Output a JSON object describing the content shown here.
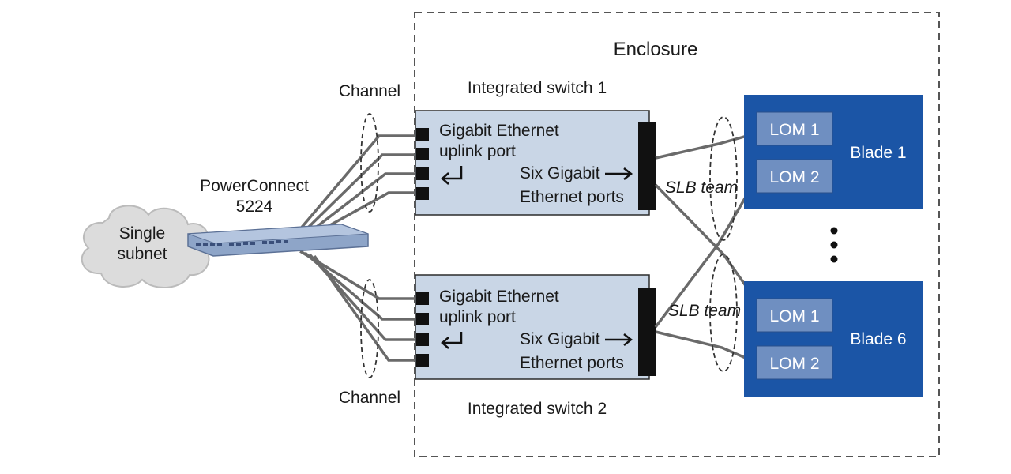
{
  "enclosure": {
    "label": "Enclosure"
  },
  "cloud": {
    "line1": "Single",
    "line2": "subnet"
  },
  "powerconnect": {
    "line1": "PowerConnect",
    "line2": "5224"
  },
  "channels": {
    "top_label": "Channel",
    "bottom_label": "Channel"
  },
  "switch1": {
    "title": "Integrated switch 1",
    "uplink_line1": "Gigabit Ethernet",
    "uplink_line2": "uplink port",
    "ports_line1": "Six Gigabit",
    "ports_line2": "Ethernet ports"
  },
  "switch2": {
    "title": "Integrated switch 2",
    "uplink_line1": "Gigabit Ethernet",
    "uplink_line2": "uplink port",
    "ports_line1": "Six Gigabit",
    "ports_line2": "Ethernet ports"
  },
  "slb": {
    "top_label": "SLB team",
    "bottom_label": "SLB team"
  },
  "blade1": {
    "label": "Blade 1",
    "lom1": "LOM 1",
    "lom2": "LOM 2"
  },
  "blade6": {
    "label": "Blade 6",
    "lom1": "LOM 1",
    "lom2": "LOM 2"
  },
  "colors": {
    "blade": "#1b55a6",
    "lom": "#6f8fc1",
    "switch_fill": "#c9d6e6",
    "cloud_fill": "#dcdcdc",
    "cable": "#6a6a6a"
  },
  "icons": {
    "arrow_return": "return-arrow-icon",
    "arrow_right": "right-arrow-icon"
  }
}
